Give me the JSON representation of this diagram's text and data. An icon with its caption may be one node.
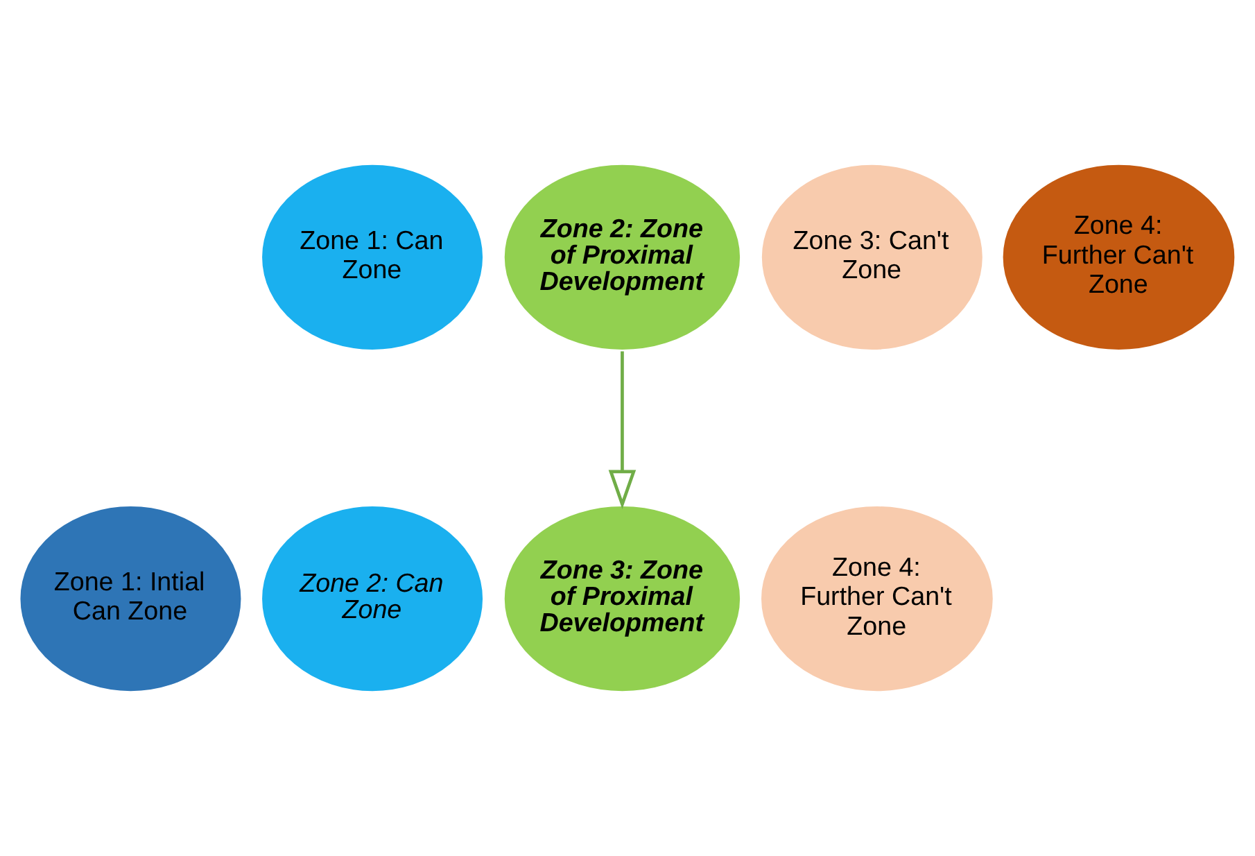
{
  "diagram": {
    "nodes": [
      {
        "text": [
          "Zone 1: Can Zone"
        ]
      },
      {
        "text": [
          "Zone 2: Zone of Proximal Development"
        ]
      },
      {
        "text": [
          "Zone 3: Can't Zone"
        ]
      },
      {
        "text": [
          "Zone 4: Further Can't Zone"
        ]
      },
      {
        "text": [
          "Zone 1: Intial Can Zone"
        ]
      },
      {
        "text": [
          "Zone 2: Can Zone"
        ]
      },
      {
        "text": [
          "Zone 3: Zone of Proximal Development"
        ]
      },
      {
        "text": [
          "Zone 4: Further Can't Zone"
        ]
      }
    ],
    "edges": [
      {
        "from": 1,
        "to": 6,
        "arrow": "to",
        "color": "#70ad47"
      }
    ]
  }
}
